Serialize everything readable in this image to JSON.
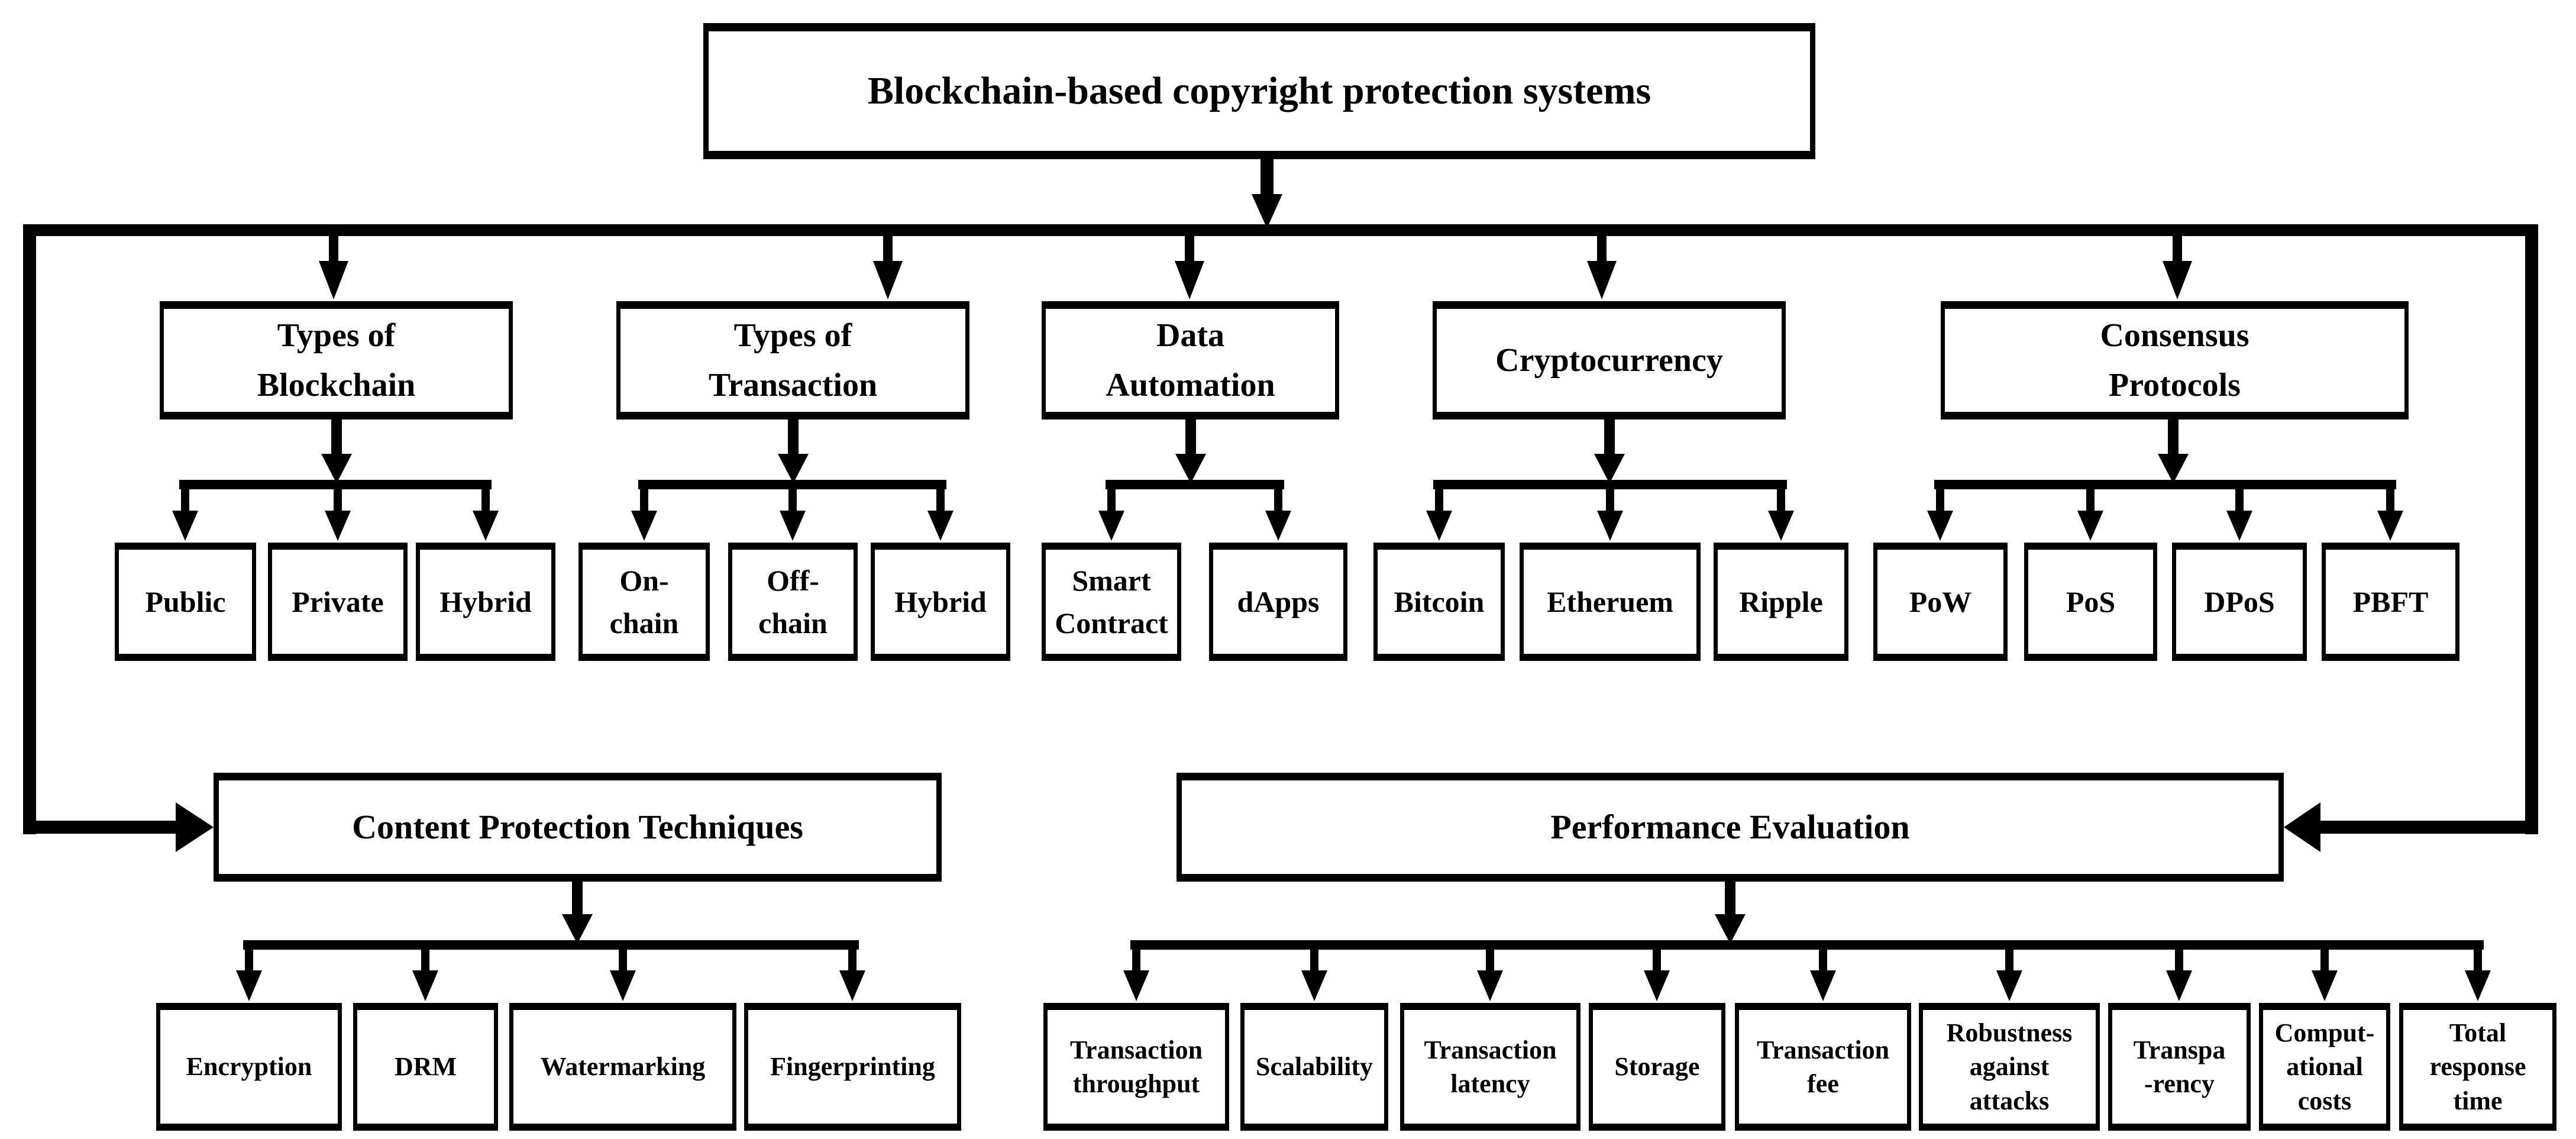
{
  "diagram": {
    "root": {
      "label": "Blockchain-based copyright protection systems"
    },
    "branches": [
      {
        "label": "Types of\nBlockchain",
        "children": [
          "Public",
          "Private",
          "Hybrid"
        ]
      },
      {
        "label": "Types of\nTransaction",
        "children": [
          "On-\nchain",
          "Off-\nchain",
          "Hybrid"
        ]
      },
      {
        "label": "Data\nAutomation",
        "children": [
          "Smart\nContract",
          "dApps"
        ]
      },
      {
        "label": "Cryptocurrency",
        "children": [
          "Bitcoin",
          "Etheruem",
          "Ripple"
        ]
      },
      {
        "label": "Consensus\nProtocols",
        "children": [
          "PoW",
          "PoS",
          "DPoS",
          "PBFT"
        ]
      }
    ],
    "sections": [
      {
        "label": "Content Protection Techniques",
        "children": [
          "Encryption",
          "DRM",
          "Watermarking",
          "Fingerprinting"
        ]
      },
      {
        "label": "Performance Evaluation",
        "children": [
          "Transaction\nthroughput",
          "Scalability",
          "Transaction\nlatency",
          "Storage",
          "Transaction\nfee",
          "Robustness\nagainst\nattacks",
          "Transpa\n-rency",
          "Comput-\national\ncosts",
          "Total\nresponse\ntime"
        ]
      }
    ],
    "colors": {
      "line": "#000000",
      "box_background": "#ffffff",
      "page_background": "#ffffff"
    }
  }
}
